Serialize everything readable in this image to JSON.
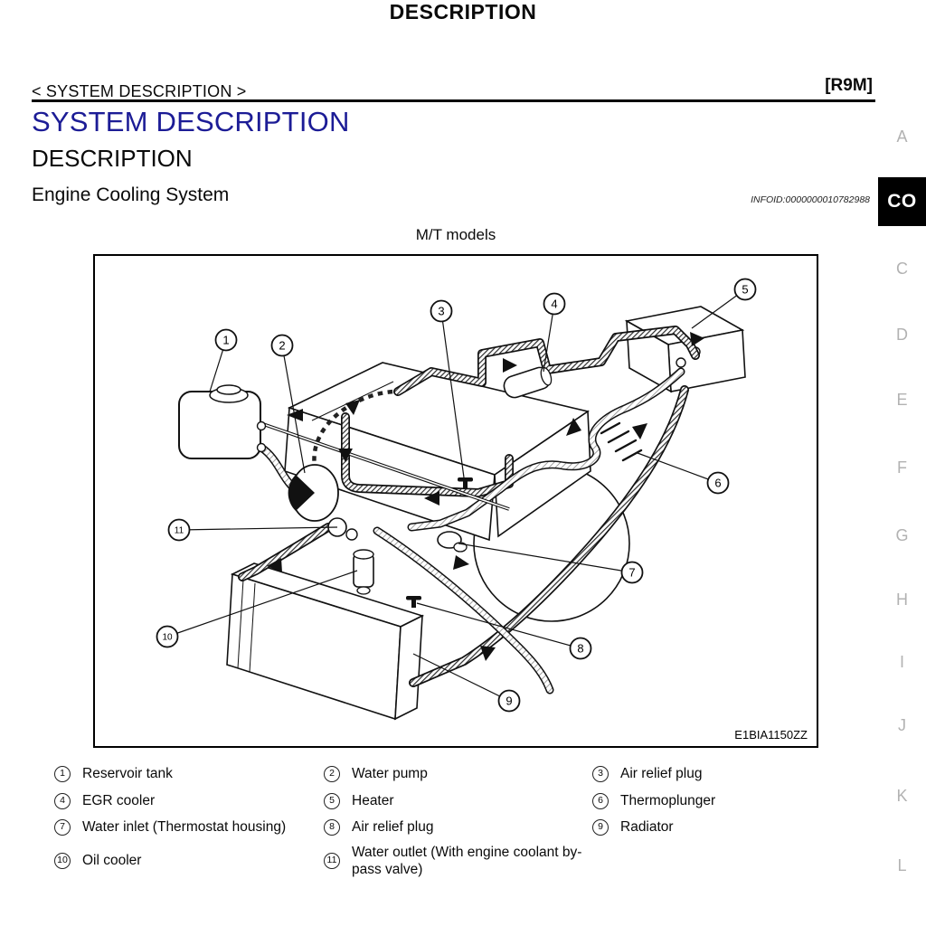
{
  "page": {
    "header_title": "DESCRIPTION",
    "breadcrumb": "< SYSTEM DESCRIPTION >",
    "model_code": "[R9M]",
    "section_title": "SYSTEM DESCRIPTION",
    "subsection_title": "DESCRIPTION",
    "topic_title": "Engine Cooling System",
    "infoid": "INFOID:0000000010782988"
  },
  "sidebar": {
    "active_tab": "CO",
    "letters": [
      "A",
      "C",
      "D",
      "E",
      "F",
      "G",
      "H",
      "I",
      "J",
      "K",
      "L"
    ]
  },
  "figure": {
    "caption": "M/T models",
    "figure_id": "E1BIA1150ZZ",
    "callouts": [
      "1",
      "2",
      "3",
      "4",
      "5",
      "6",
      "7",
      "8",
      "9",
      "10",
      "11"
    ]
  },
  "legend": {
    "items": [
      {
        "num": "1",
        "label": "Reservoir tank"
      },
      {
        "num": "2",
        "label": "Water pump"
      },
      {
        "num": "3",
        "label": "Air relief plug"
      },
      {
        "num": "4",
        "label": "EGR cooler"
      },
      {
        "num": "5",
        "label": "Heater"
      },
      {
        "num": "6",
        "label": "Thermoplunger"
      },
      {
        "num": "7",
        "label": "Water inlet (Thermostat housing)"
      },
      {
        "num": "8",
        "label": "Air relief plug"
      },
      {
        "num": "9",
        "label": "Radiator"
      },
      {
        "num": "10",
        "label": "Oil cooler"
      },
      {
        "num": "11",
        "label": "Water outlet (With engine coolant by-pass valve)"
      }
    ]
  },
  "colors": {
    "accent_blue": "#1c1c96",
    "sidebar_gray": "#b2b2b2",
    "tab_bg": "#000000",
    "tab_fg": "#ffffff"
  }
}
